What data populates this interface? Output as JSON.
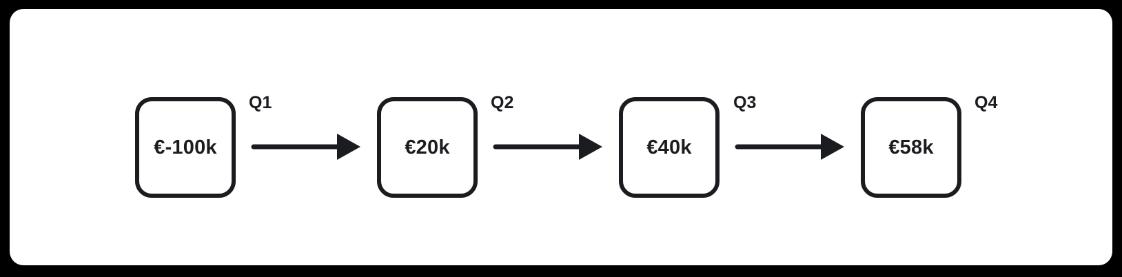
{
  "diagram": {
    "type": "flow",
    "direction": "left-to-right",
    "nodes": [
      {
        "label": "Q1",
        "value": "€-100k"
      },
      {
        "label": "Q2",
        "value": "€20k"
      },
      {
        "label": "Q3",
        "value": "€40k"
      },
      {
        "label": "Q4",
        "value": "€58k"
      }
    ],
    "connections": [
      {
        "from": "Q1",
        "to": "Q2"
      },
      {
        "from": "Q2",
        "to": "Q3"
      },
      {
        "from": "Q3",
        "to": "Q4"
      }
    ],
    "colors": {
      "frame": "#000000",
      "canvas_background": "#ffffff",
      "node_border": "#1a1c1f",
      "arrow": "#1a1c1f",
      "text": "#1a1c1f"
    }
  }
}
